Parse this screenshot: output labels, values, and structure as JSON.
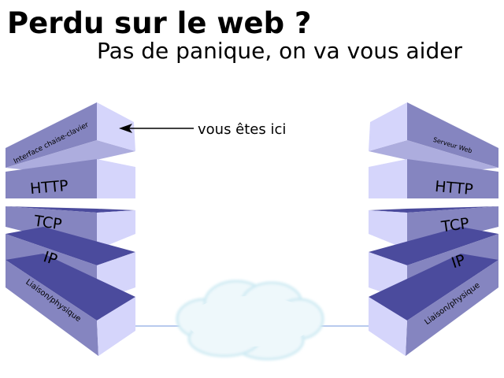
{
  "header": {
    "title": "Perdu sur le web ?",
    "subtitle": "Pas de panique, on va vous aider"
  },
  "annotation": {
    "label": "vous êtes ici"
  },
  "client_stack": {
    "layers": [
      "Interface chaise-clavier",
      "HTTP",
      "TCP",
      "IP",
      "Liaison/physique"
    ]
  },
  "server_stack": {
    "layers": [
      "Serveur Web",
      "HTTP",
      "TCP",
      "IP",
      "Liaison/physique"
    ]
  },
  "colors": {
    "front": "#8585c0",
    "side": "#d5d5fb",
    "top": "#4b4b9d",
    "cloud": "#eef8fb",
    "link": "#a0b8e8"
  }
}
